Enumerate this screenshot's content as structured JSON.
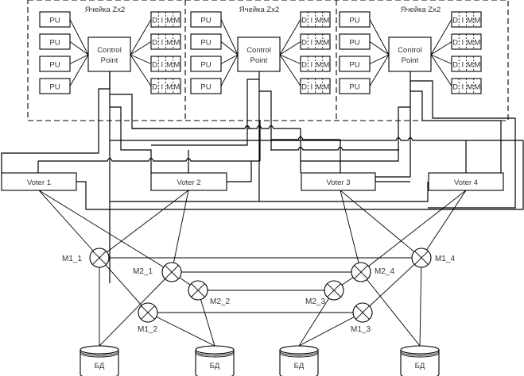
{
  "cells": [
    {
      "title": "Ячейка Zx2",
      "pu": [
        "PU",
        "PU",
        "PU",
        "PU"
      ],
      "control_point": [
        "Control",
        "Point"
      ],
      "dimm": [
        "D",
        "I",
        "M",
        "M"
      ]
    },
    {
      "title": "Ячейка Zx2",
      "pu": [
        "PU",
        "PU",
        "PU",
        "PU"
      ],
      "control_point": [
        "Control",
        "Point"
      ],
      "dimm": [
        "D",
        "I",
        "M",
        "M"
      ]
    },
    {
      "title": "Ячейка Zx2",
      "pu": [
        "PU",
        "PU",
        "PU",
        "PU"
      ],
      "control_point": [
        "Control",
        "Point"
      ],
      "dimm": [
        "D",
        "I",
        "M",
        "M"
      ]
    }
  ],
  "voters": [
    "Voter 1",
    "Voter 2",
    "Voter 3",
    "Voter 4"
  ],
  "multiplexers": [
    "M1_1",
    "M2_1",
    "M2_2",
    "M1_2",
    "M2_3",
    "M2_4",
    "M1_4",
    "M1_3"
  ],
  "databases": [
    "БД",
    "БД",
    "БД",
    "БД"
  ],
  "colors": {
    "line": "#000000",
    "text": "#333333",
    "background": "#ffffff"
  }
}
